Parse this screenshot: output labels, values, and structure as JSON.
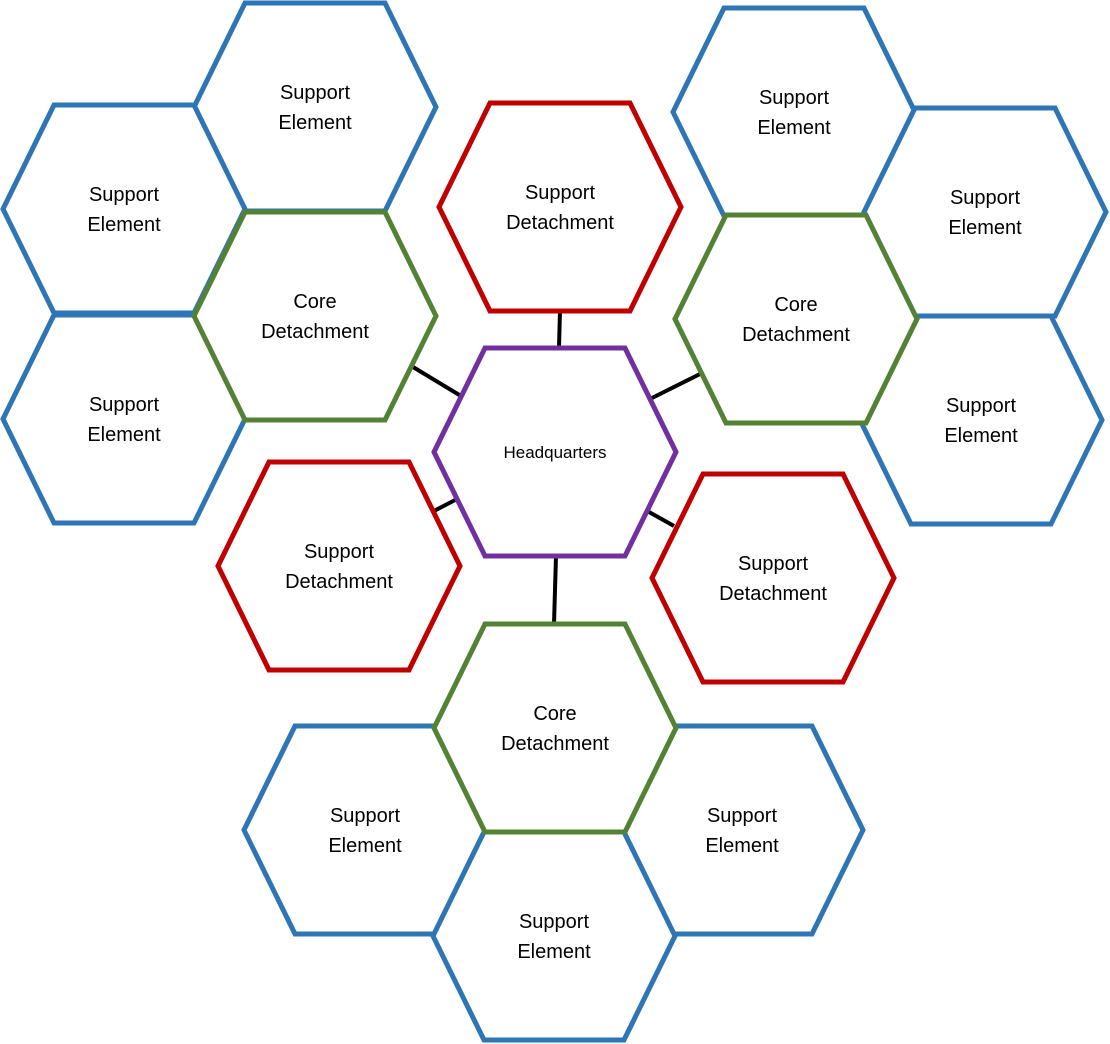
{
  "colors": {
    "support_element": "#2E75B6",
    "core_detachment": "#548235",
    "support_detachment": "#C00000",
    "headquarters": "#7030A0",
    "connector": "#000000"
  },
  "nodes": [
    {
      "type": "support_element",
      "lines": [
        "Support",
        "Element"
      ]
    },
    {
      "type": "support_element",
      "lines": [
        "Support",
        "Element"
      ]
    },
    {
      "type": "support_element",
      "lines": [
        "Support",
        "Element"
      ]
    },
    {
      "type": "core_detachment",
      "lines": [
        "Core",
        "Detachment"
      ]
    },
    {
      "type": "support_detachment",
      "lines": [
        "Support",
        "Detachment"
      ]
    },
    {
      "type": "support_element",
      "lines": [
        "Support",
        "Element"
      ]
    },
    {
      "type": "support_element",
      "lines": [
        "Support",
        "Element"
      ]
    },
    {
      "type": "support_element",
      "lines": [
        "Support",
        "Element"
      ]
    },
    {
      "type": "core_detachment",
      "lines": [
        "Core",
        "Detachment"
      ]
    },
    {
      "type": "headquarters",
      "lines": [
        "Headquarters"
      ]
    },
    {
      "type": "support_detachment",
      "lines": [
        "Support",
        "Detachment"
      ]
    },
    {
      "type": "support_detachment",
      "lines": [
        "Support",
        "Detachment"
      ]
    },
    {
      "type": "support_element",
      "lines": [
        "Support",
        "Element"
      ]
    },
    {
      "type": "support_element",
      "lines": [
        "Support",
        "Element"
      ]
    },
    {
      "type": "support_element",
      "lines": [
        "Support",
        "Element"
      ]
    },
    {
      "type": "core_detachment",
      "lines": [
        "Core",
        "Detachment"
      ]
    }
  ]
}
